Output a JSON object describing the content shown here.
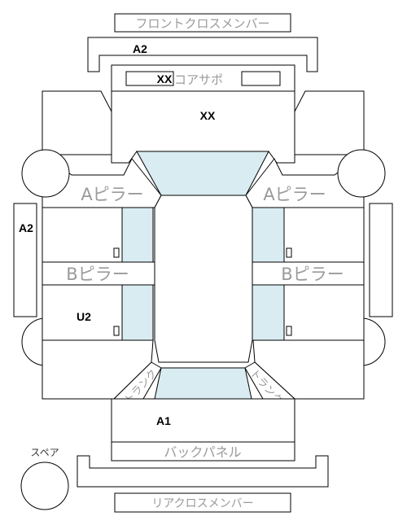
{
  "labels": {
    "front_cross_member": "フロントクロスメンバー",
    "rear_cross_member": "リアクロスメンバー",
    "back_panel": "バックパネル",
    "core_support": "コアサポ",
    "a_pillar_left": "Aピラー",
    "a_pillar_right": "Aピラー",
    "b_pillar_left": "Bピラー",
    "b_pillar_right": "Bピラー",
    "spare": "スペア",
    "trunk_left": "トランク",
    "trunk_right": "トランク"
  },
  "damage_codes": {
    "front_member": "A2",
    "core_support": "XX",
    "hood": "XX",
    "left_side": "A2",
    "left_rear_door": "U2",
    "trunk": "A1"
  },
  "colors": {
    "glass": "#d9ecf2",
    "outline": "#000000",
    "muted_text": "#9a9a9a"
  }
}
